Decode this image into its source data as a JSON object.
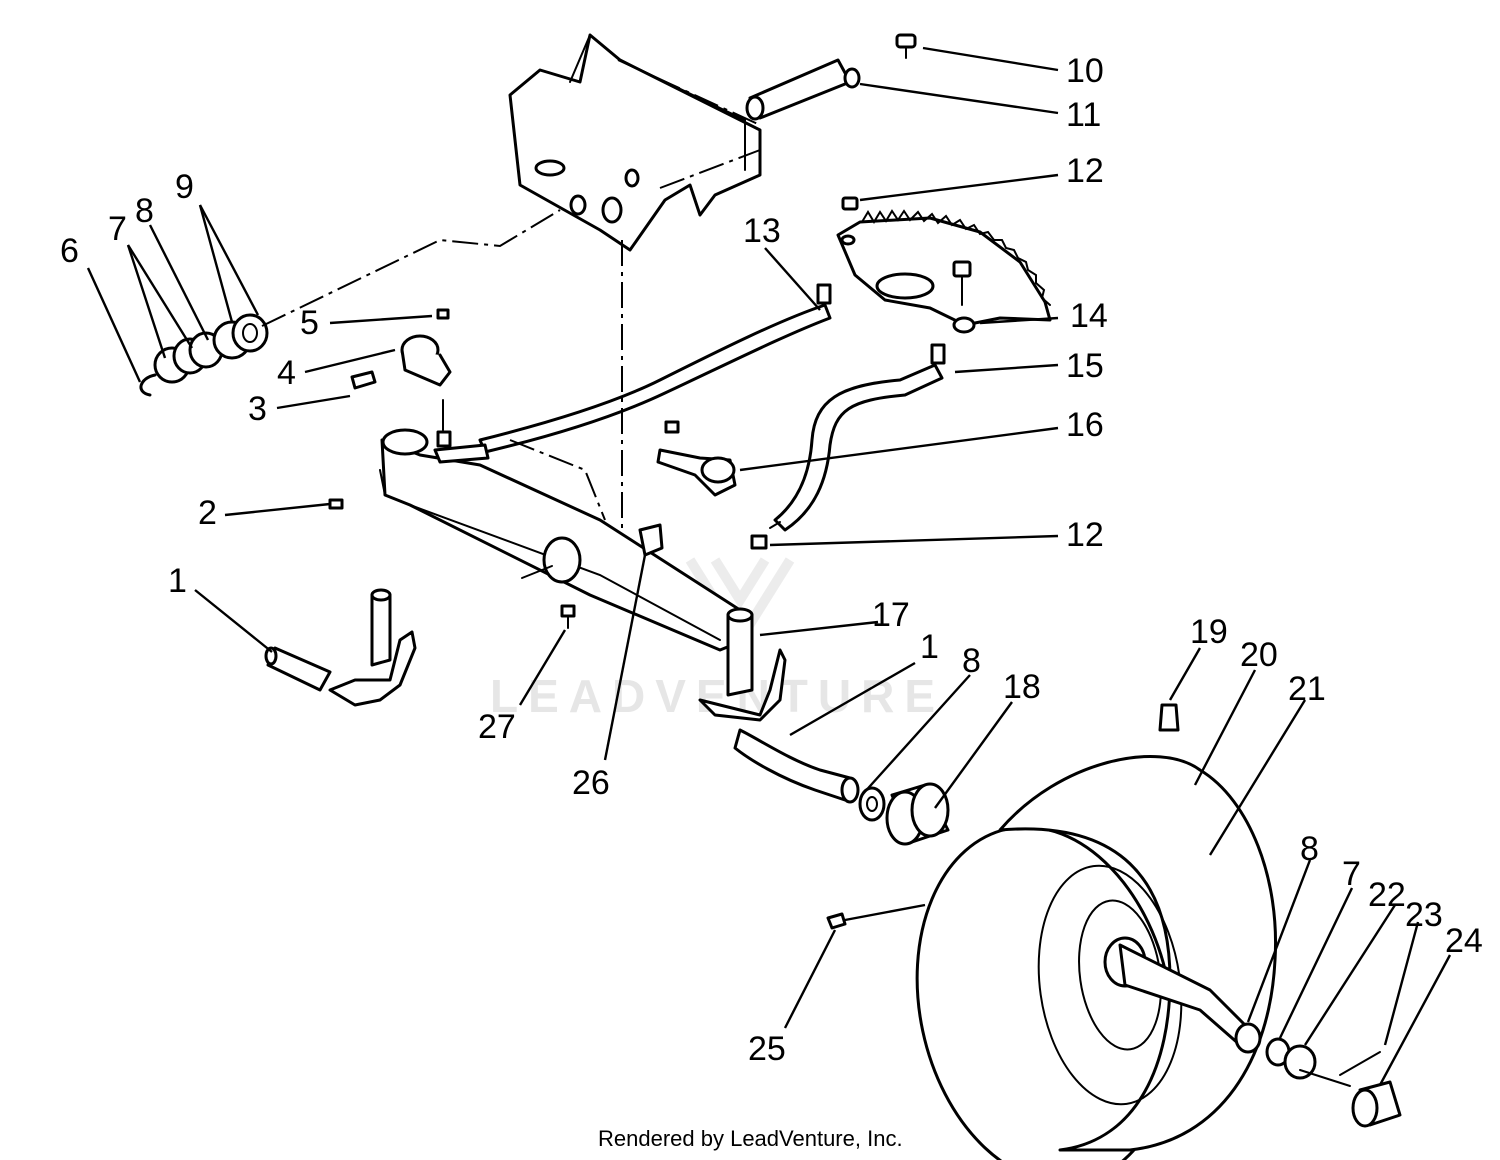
{
  "watermark": "LEADVENTURE",
  "footer": {
    "credit": "Rendered by LeadVenture, Inc."
  },
  "callouts": {
    "c1a": "1",
    "c1b": "1",
    "c2": "2",
    "c3": "3",
    "c4": "4",
    "c5": "5",
    "c6": "6",
    "c7a": "7",
    "c7b": "7",
    "c8a": "8",
    "c8b": "8",
    "c8c": "8",
    "c9": "9",
    "c10": "10",
    "c11": "11",
    "c12a": "12",
    "c12b": "12",
    "c13": "13",
    "c14": "14",
    "c15": "15",
    "c16": "16",
    "c17": "17",
    "c18": "18",
    "c19": "19",
    "c20": "20",
    "c21": "21",
    "c22": "22",
    "c23": "23",
    "c24": "24",
    "c25": "25",
    "c26": "26",
    "c27": "27"
  }
}
